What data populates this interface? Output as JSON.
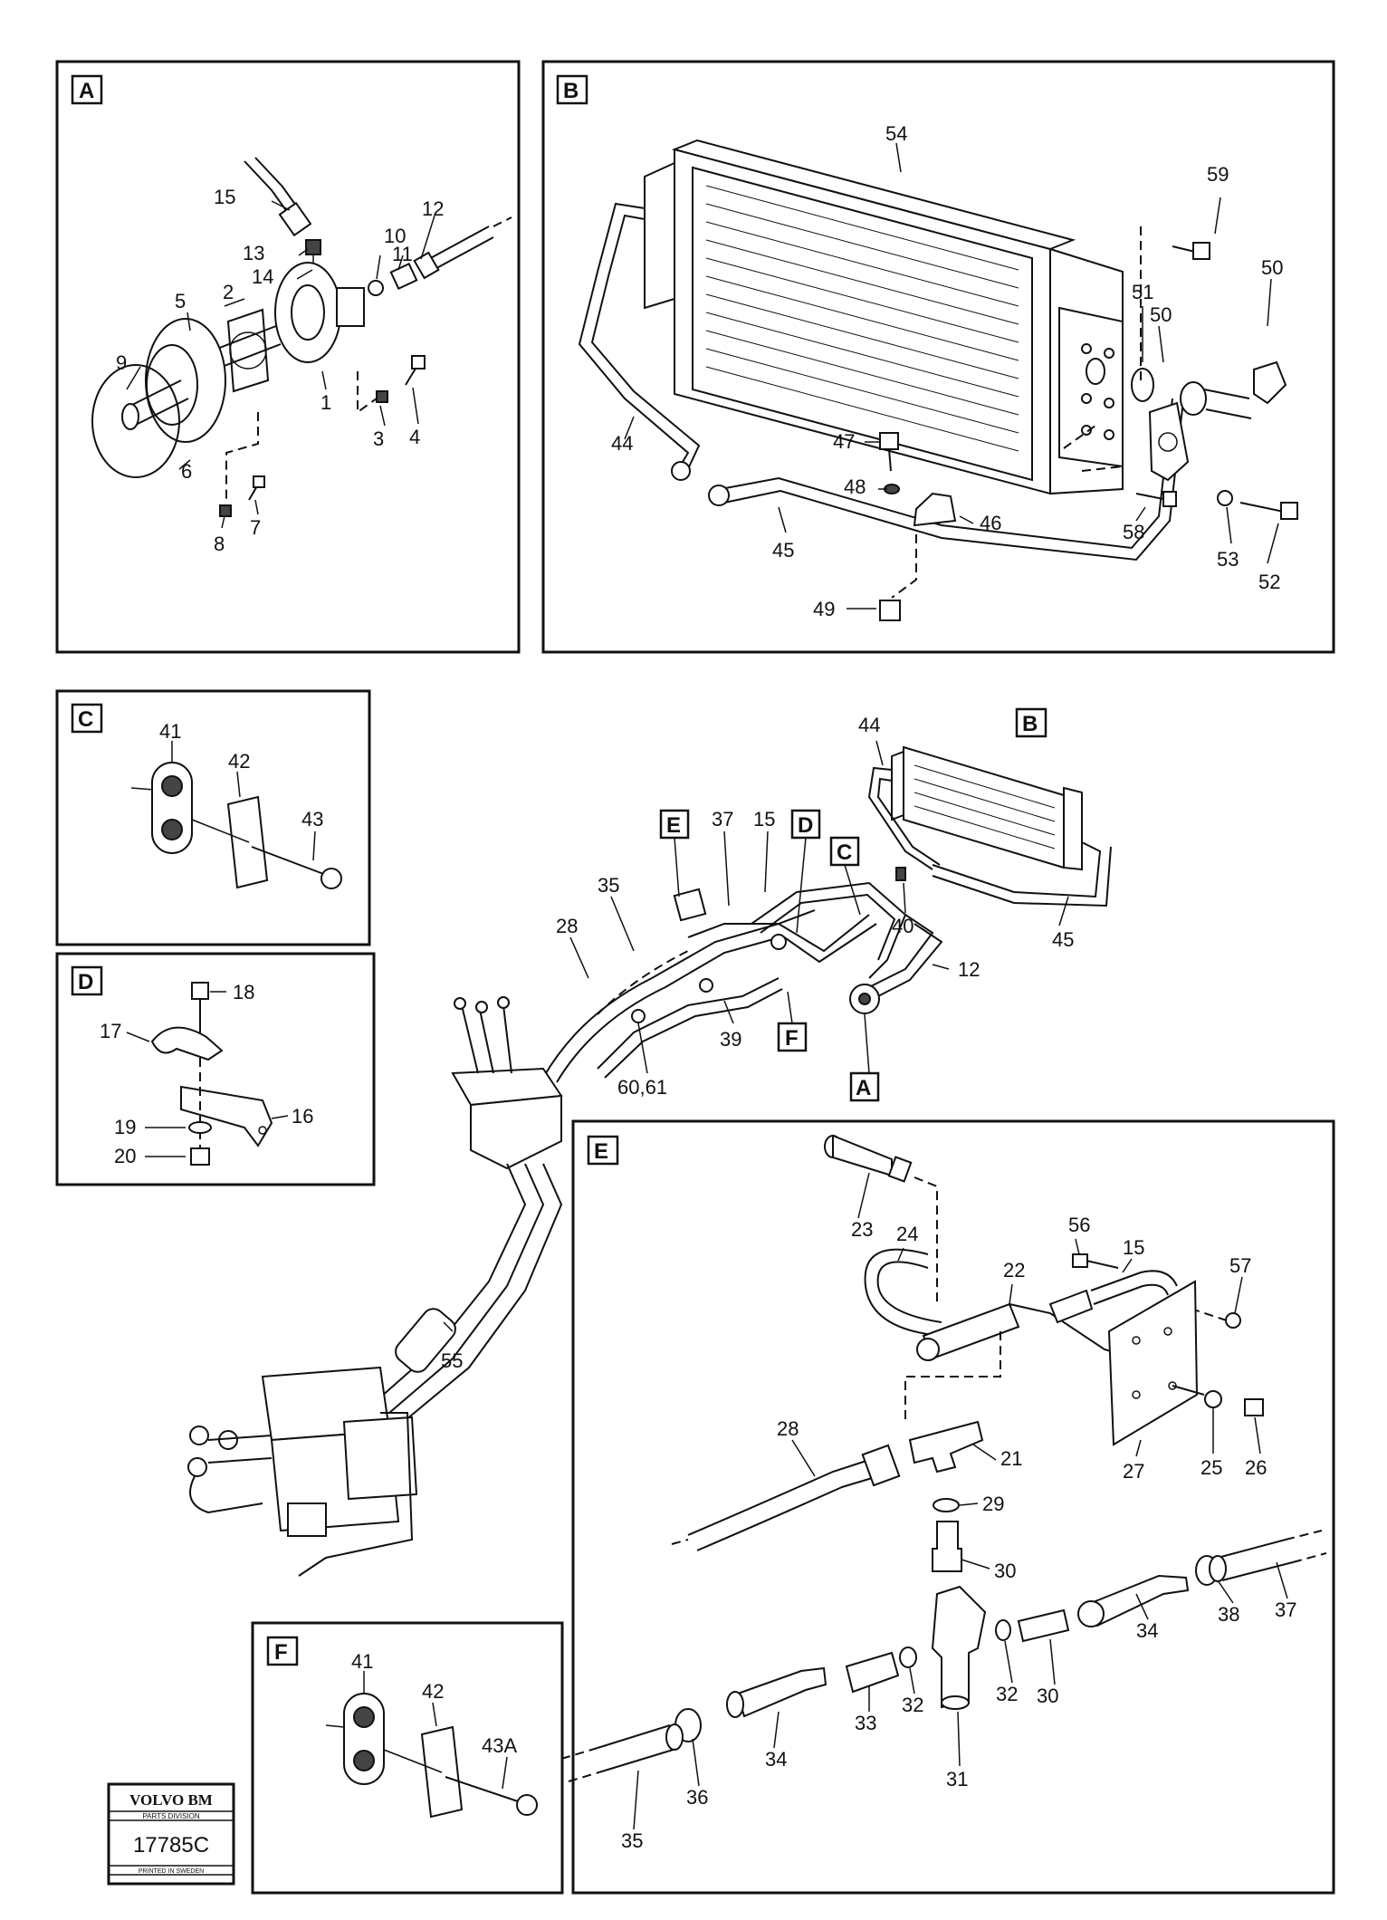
{
  "panels": {
    "A": {
      "tag": "A",
      "labels": [
        "15",
        "13",
        "14",
        "12",
        "11",
        "10",
        "5",
        "2",
        "9",
        "1",
        "3",
        "4",
        "6",
        "7",
        "8"
      ]
    },
    "B": {
      "tag": "B",
      "labels": [
        "54",
        "59",
        "50",
        "51",
        "50",
        "44",
        "47",
        "48",
        "46",
        "45",
        "58",
        "53",
        "52",
        "49"
      ]
    },
    "C": {
      "tag": "C",
      "labels": [
        "41",
        "42",
        "43"
      ]
    },
    "D": {
      "tag": "D",
      "labels": [
        "18",
        "17",
        "16",
        "19",
        "20"
      ]
    },
    "E": {
      "tag": "E",
      "labels": [
        "23",
        "24",
        "22",
        "56",
        "15",
        "57",
        "28",
        "21",
        "27",
        "25",
        "26",
        "29",
        "30",
        "30",
        "34",
        "38",
        "37",
        "32",
        "32",
        "33",
        "34",
        "36",
        "35",
        "31"
      ]
    },
    "F": {
      "tag": "F",
      "labels": [
        "41",
        "42",
        "43A"
      ]
    }
  },
  "overview": {
    "labels": [
      "44",
      "B",
      "E",
      "37",
      "15",
      "D",
      "C",
      "35",
      "28",
      "40",
      "45",
      "12",
      "39",
      "F",
      "60,61",
      "A",
      "55"
    ]
  },
  "logo": {
    "brand": "VOLVO BM",
    "division": "PARTS DIVISION",
    "number": "17785C",
    "printed": "PRINTED IN SWEDEN"
  }
}
